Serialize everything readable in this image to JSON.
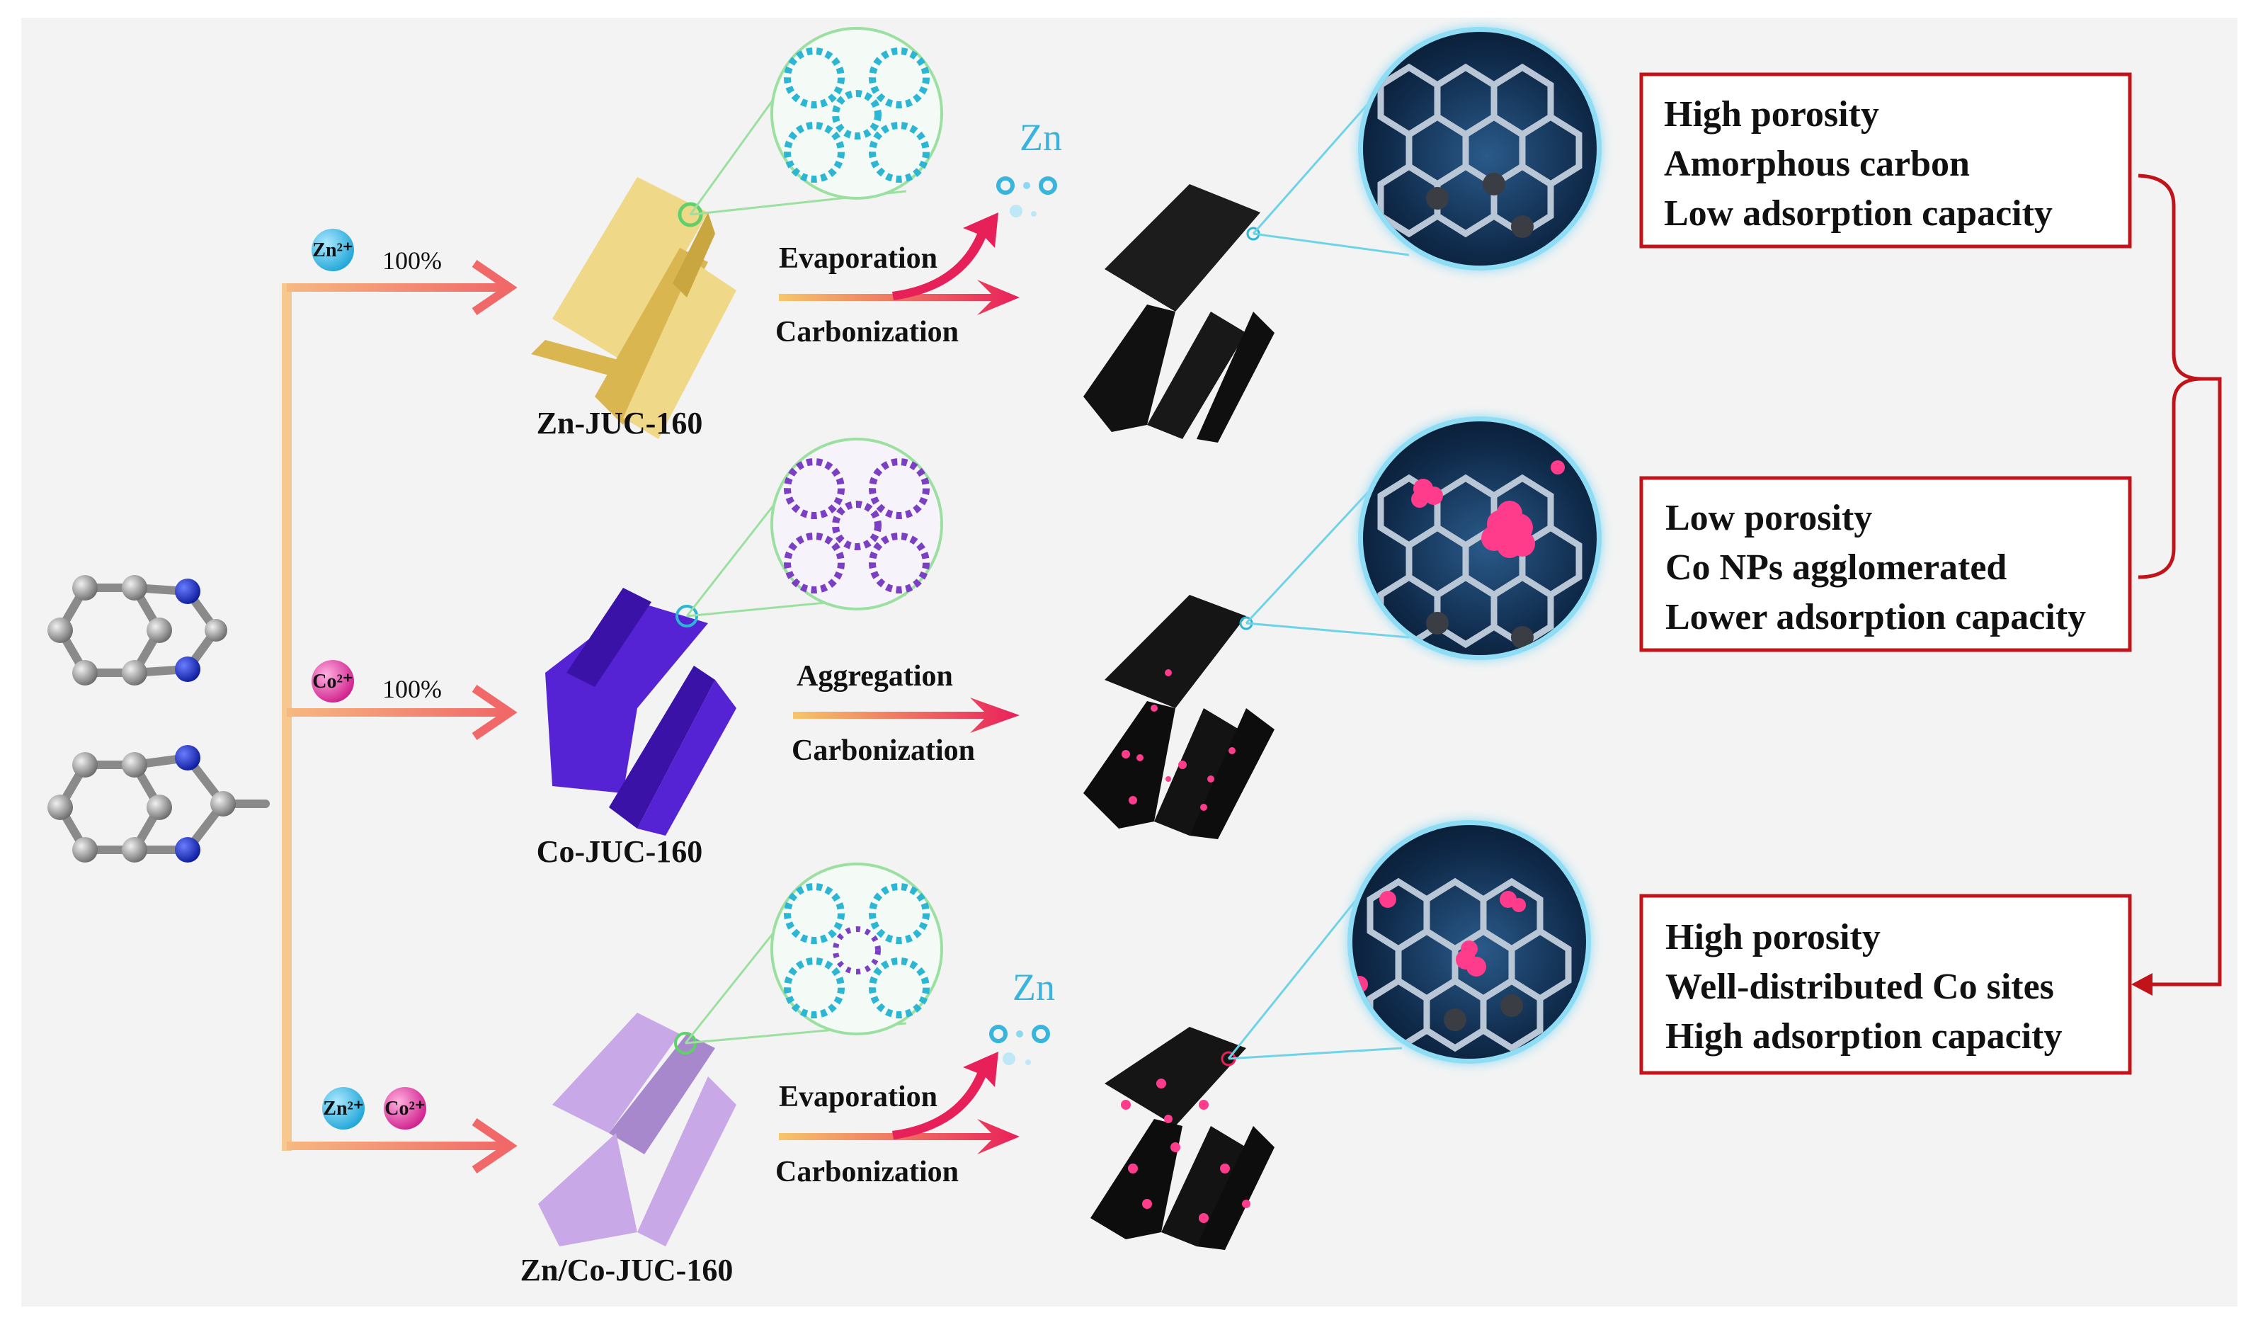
{
  "rows": [
    {
      "ions": [
        "Zn2+"
      ],
      "percent": "100%",
      "material": "Zn-JUC-160",
      "process_top": "Evaporation",
      "process_bottom": "Carbonization",
      "released": "Zn",
      "crystal_color": "#f0d889",
      "crystal_shade": "#d9b64f",
      "framework_color": "#2cb6d4"
    },
    {
      "ions": [
        "Co2+"
      ],
      "percent": "100%",
      "material": "Co-JUC-160",
      "process_top": "Aggregation",
      "process_bottom": "Carbonization",
      "released": "",
      "crystal_color": "#5522d4",
      "crystal_shade": "#3a12a8",
      "framework_color": "#7b3fc4"
    },
    {
      "ions": [
        "Zn2+",
        "Co2+"
      ],
      "percent": "",
      "material": "Zn/Co-JUC-160",
      "process_top": "Evaporation",
      "process_bottom": "Carbonization",
      "released": "Zn",
      "crystal_color": "#c8a8e6",
      "crystal_shade": "#a888cc",
      "framework_color": "#2cb6d4"
    }
  ],
  "result_boxes": [
    {
      "lines": [
        "High porosity",
        "Amorphous  carbon",
        "Low adsorption capacity"
      ]
    },
    {
      "lines": [
        "Low porosity",
        "Co NPs agglomerated",
        "Lower adsorption capacity"
      ]
    },
    {
      "lines": [
        "High porosity",
        "Well-distributed  Co sites",
        "High adsorption capacity"
      ]
    }
  ],
  "colors": {
    "zn_ion": "#2eb7e6",
    "co_ion": "#e0309a",
    "box_border": "#c0141a",
    "arrow": "#f07868",
    "co_particle": "#ff3c8c"
  }
}
